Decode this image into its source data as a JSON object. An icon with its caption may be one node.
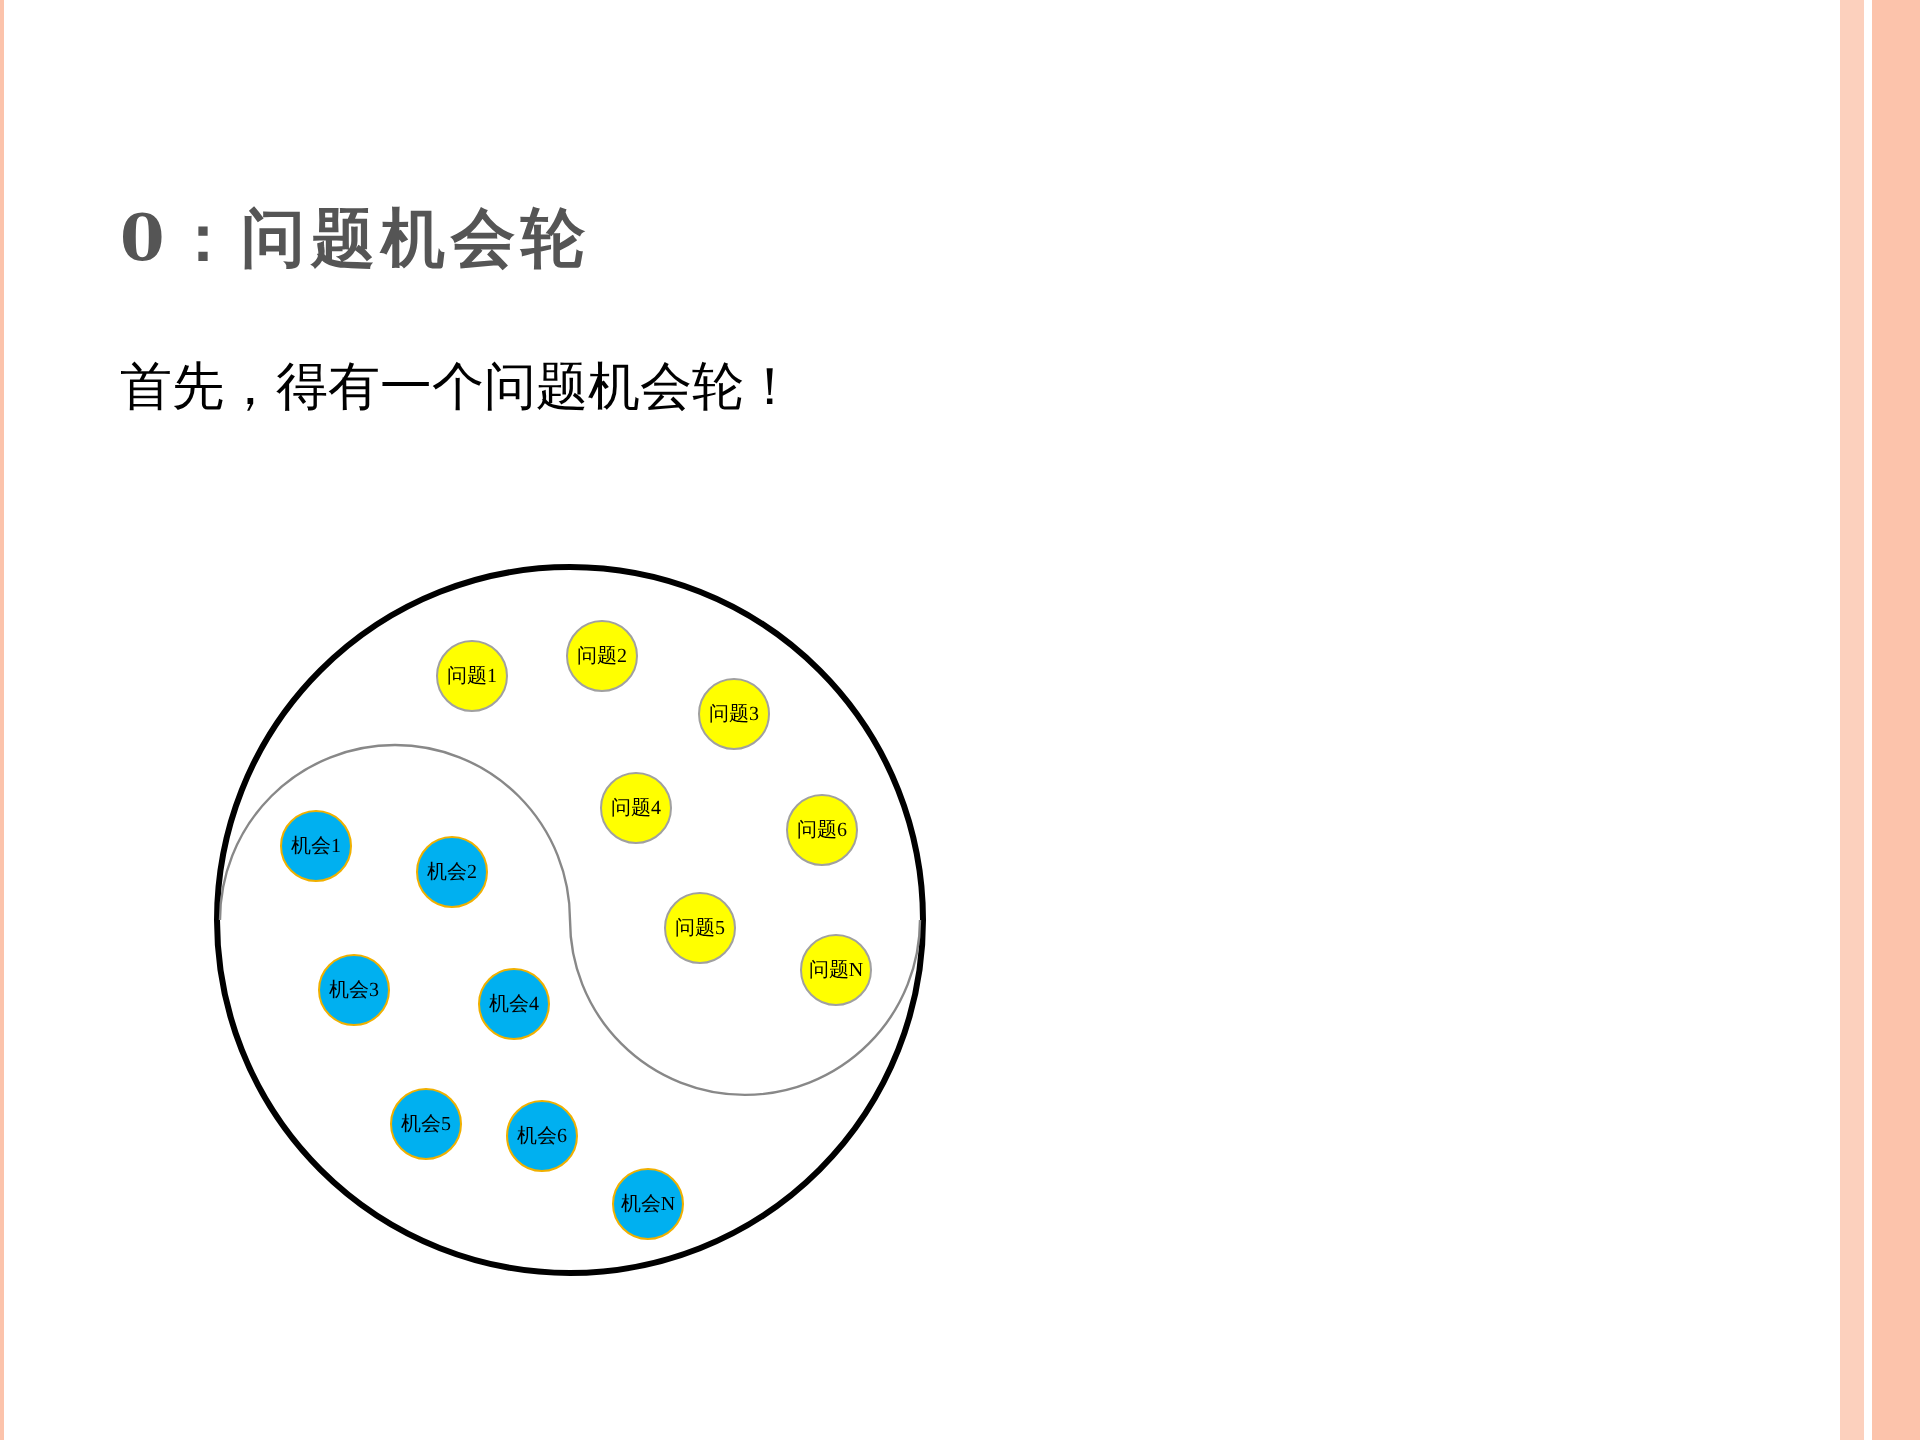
{
  "diagram": {
    "title": "0：问题机会轮",
    "nodes": [
      {
        "text": [],
        "shape": "circle"
      },
      {
        "text": [
          "问题1"
        ],
        "in": 0
      },
      {
        "text": [
          "问题2"
        ],
        "in": 0
      },
      {
        "text": [
          "问题3"
        ],
        "in": 0
      },
      {
        "text": [
          "问题4"
        ],
        "in": 0
      },
      {
        "text": [
          "问题6"
        ],
        "in": 0
      },
      {
        "text": [
          "问题5"
        ],
        "in": 0
      },
      {
        "text": [
          "问题N"
        ],
        "in": 0
      },
      {
        "text": [
          "机会1"
        ],
        "in": 0
      },
      {
        "text": [
          "机会2"
        ],
        "in": 0
      },
      {
        "text": [
          "机会3"
        ],
        "in": 0
      },
      {
        "text": [
          "机会4"
        ],
        "in": 0
      },
      {
        "text": [
          "机会5"
        ],
        "in": 0
      },
      {
        "text": [
          "机会6"
        ],
        "in": 0
      },
      {
        "text": [
          "机会N"
        ],
        "in": 0
      }
    ],
    "edges": [],
    "labels": [
      "首先，得有一个问题机会轮！"
    ]
  }
}
